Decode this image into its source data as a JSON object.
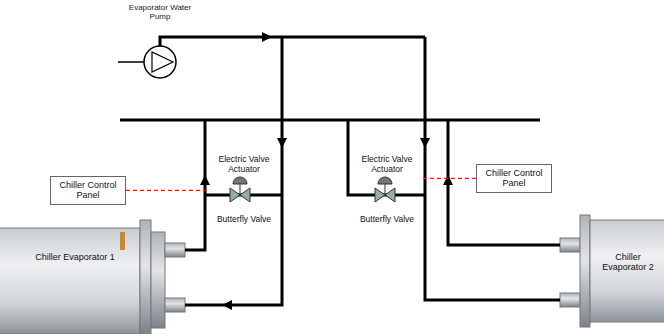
{
  "diagram": {
    "nodes": [
      {
        "text": [
          "Chiller Control Panel"
        ]
      },
      {
        "text": [
          "Electric Valve Actuator",
          "Butterfly Valve"
        ]
      },
      {
        "text": [
          "Electric Valve Actuator",
          "Butterfly Valve"
        ]
      },
      {
        "text": [
          "Chiller Control Panel"
        ]
      },
      {
        "text": [
          "Chiller Evaporator 1"
        ]
      },
      {
        "text": [
          "Chiller Evaporator 2"
        ]
      }
    ],
    "edges": [
      {
        "from": 0,
        "to": 1,
        "arrow": "none"
      },
      {
        "from": 3,
        "to": 2,
        "arrow": "none"
      }
    ],
    "labels": [
      "Evaporator Water Pump"
    ]
  }
}
